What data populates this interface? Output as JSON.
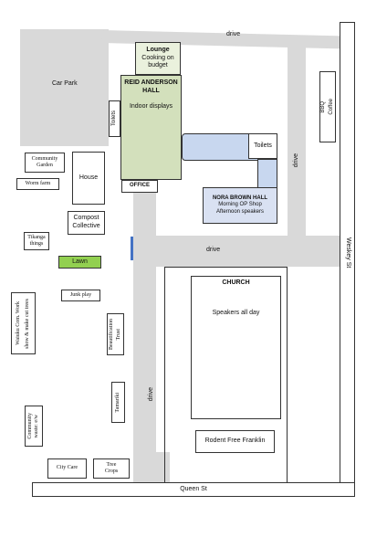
{
  "roads": {
    "drive_top": "drive",
    "drive_right": "drive",
    "drive_middle": "drive",
    "drive_lower": "drive",
    "weskey_st": "Weskey St",
    "queen_st": "Queen St"
  },
  "buildings": {
    "lounge": {
      "title": "Lounge",
      "line1": "Cooking on",
      "line2": "budget"
    },
    "reid_anderson": {
      "title_line1": "REID ANDERSON",
      "title_line2": "HALL",
      "subtitle": "Indoor displays"
    },
    "toilets_left": "Toilets",
    "toilets_right": "Toilets",
    "office": "OFFICE",
    "nora_brown": {
      "title": "NORA BROWN HALL",
      "line1": "Morning OP Shop",
      "line2": "Afternoon speakers"
    },
    "church": {
      "title": "CHURCH",
      "subtitle": "Speakers all day"
    },
    "house": "House",
    "coffee": "Coffee",
    "bbq": "BBQ"
  },
  "areas": {
    "car_park": "Car Park",
    "community_garden": {
      "line1": "Community",
      "line2": "Garden"
    },
    "worm_farm": "Worm farm",
    "compost": {
      "line1": "Compost",
      "line2": "Collective"
    },
    "tikanga": {
      "line1": "Tikanga",
      "line2": "things"
    },
    "lawn": "Lawn",
    "junk_play": "Junk play",
    "waiuku": {
      "line1": "Waiuku Com. Work",
      "line2": "show & make cut trees"
    },
    "beautification": {
      "line1": "Beautification",
      "line2": "Trust"
    },
    "tamariki": "Tamariki",
    "community_waste": {
      "line1": "Community",
      "line2": "waste: e/w"
    },
    "city_care": "City Care",
    "tree_crops": {
      "line1": "Tree",
      "line2": "Crops"
    },
    "rodent_free": "Rodent Free Franklin"
  },
  "colors": {
    "road": "#d9d9d9",
    "reid_anderson": "#d3e0bc",
    "lounge": "#eaf1dd",
    "nora_brown": "#d9e1f2",
    "nora_connector": "#c8d7ef",
    "lawn": "#92d050",
    "blue_marker": "#4472c4"
  }
}
